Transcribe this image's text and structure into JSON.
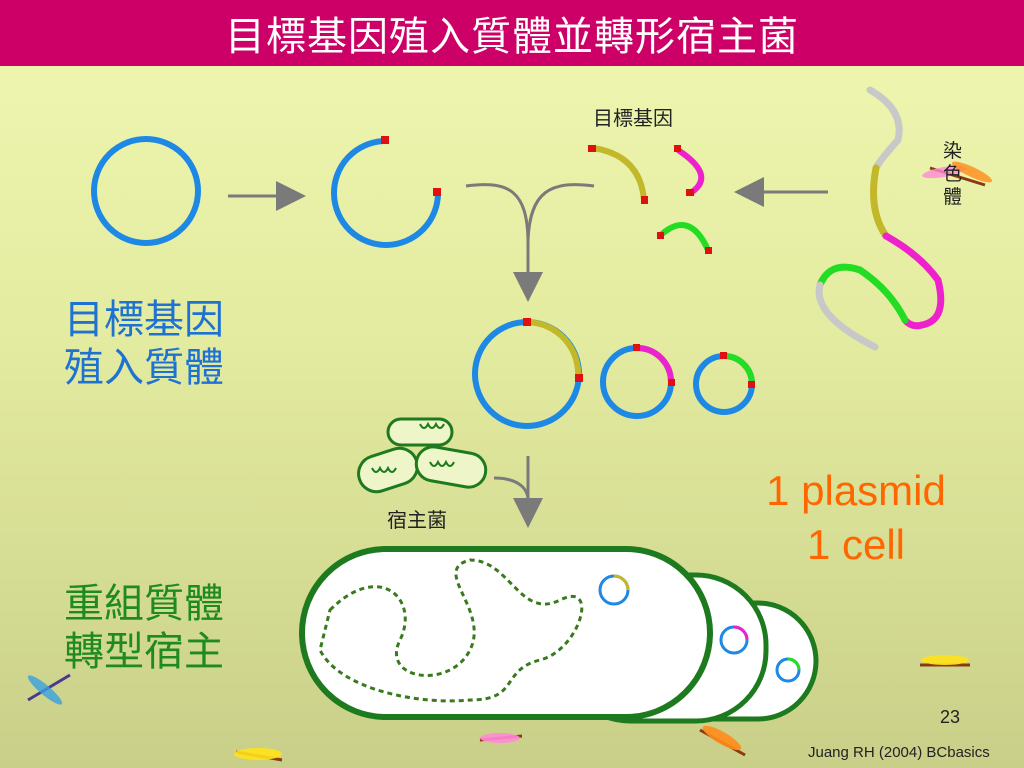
{
  "slide": {
    "title": "目標基因殖入質體並轉形宿主菌",
    "labels": {
      "target_gene": "目標基因",
      "chromosome_l1": "染",
      "chromosome_l2": "色",
      "chromosome_l3": "體",
      "host": "宿主菌"
    },
    "side_text": {
      "cloning_l1": "目標基因",
      "cloning_l2": "殖入質體",
      "transform_l1": "重組質體",
      "transform_l2": "轉型宿主"
    },
    "note": {
      "line1": "1 plasmid",
      "line2": "1 cell"
    },
    "page_number": "23",
    "credit": "Juang RH (2004) BCbasics"
  },
  "colors": {
    "title_bg": "#cc0066",
    "plasmid_blue": "#1e88e5",
    "gene_olive": "#c2b82a",
    "gene_magenta": "#ee22cc",
    "gene_green": "#22dd22",
    "sticky_end_red": "#e01010",
    "arrow_gray": "#7a7a7a",
    "cell_green": "#1e7a1e"
  }
}
